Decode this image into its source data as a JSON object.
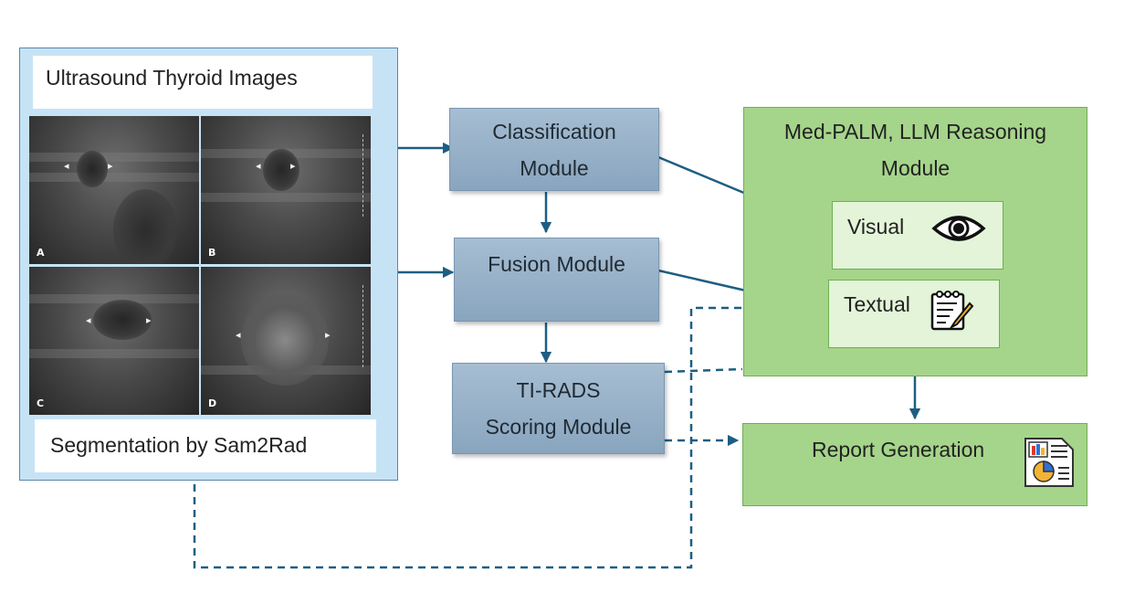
{
  "input_panel": {
    "title": "Ultrasound Thyroid Images",
    "segmentation": "Segmentation by Sam2Rad",
    "images": [
      {
        "letter": "A"
      },
      {
        "letter": "B"
      },
      {
        "letter": "C"
      },
      {
        "letter": "D"
      }
    ]
  },
  "modules": {
    "classification": [
      "Classification",
      "Module"
    ],
    "fusion": [
      "Fusion Module"
    ],
    "tirads": [
      "TI-RADS",
      "Scoring Module"
    ]
  },
  "llm": {
    "title_line1": "Med-PALM, LLM Reasoning",
    "title_line2": "Module",
    "visual": {
      "label": "Visual",
      "icon": "eye-icon"
    },
    "textual": {
      "label": "Textual",
      "icon": "notepad-pencil-icon"
    }
  },
  "report": {
    "label": "Report Generation",
    "icon": "report-chart-icon"
  },
  "colors": {
    "arrow": "#1d5e82",
    "input_panel": "#c6e3f5",
    "module": "#8fa9c1",
    "llm_panel": "#a5d58a",
    "llm_subbox": "#e3f4d8"
  }
}
